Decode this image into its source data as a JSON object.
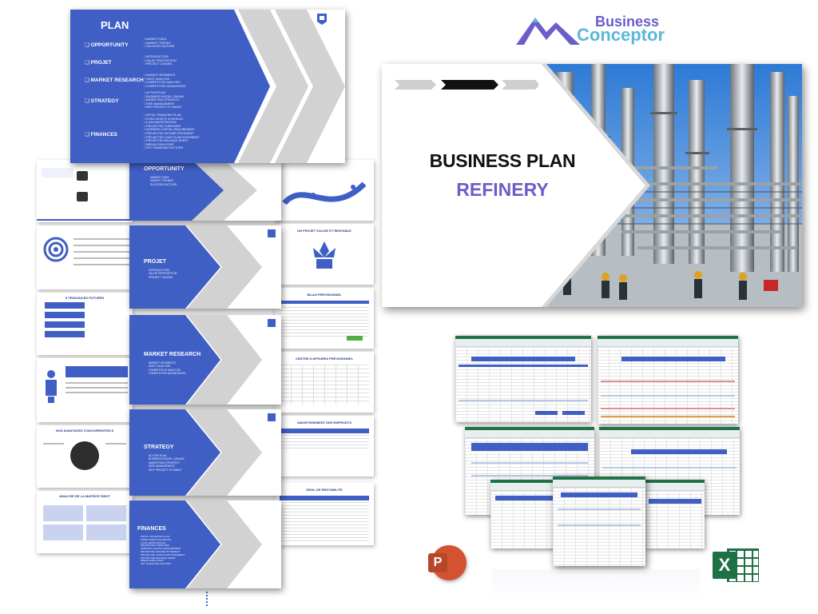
{
  "brand": {
    "line1": "Business",
    "line2": "Conceptor",
    "accent": "#6a5ec8",
    "accent2": "#5ab8d8"
  },
  "cover": {
    "title": "BUSINESS PLAN",
    "subtitle": "REFINERY"
  },
  "plan_slide": {
    "title": "PLAN",
    "sections": [
      {
        "name": "OPPORTUNITY",
        "items": [
          "MARKET DATA",
          "MARKET TRENDS",
          "SUCCESS FACTORS"
        ]
      },
      {
        "name": "PROJET",
        "items": [
          "INTRODUCTION",
          "VALUE PROPOSITION",
          "PROJECT CANVAS"
        ]
      },
      {
        "name": "MARKET RESEARCH",
        "items": [
          "MARKET SEGMENTS",
          "SWOT ANALYSIS",
          "COMPETITIVE ANALYSIS",
          "COMPETITIVE ADVANTAGES"
        ]
      },
      {
        "name": "STRATEGY",
        "items": [
          "ACTION PLAN",
          "BUSINESS MODEL CANVAS",
          "MARKETING STRATEGY",
          "RISK MANAGEMENT",
          "WHY PROJECT IS VIABLE"
        ]
      },
      {
        "name": "FINANCES",
        "items": [
          "INITIAL FINANCING PLAN",
          "FIXED ASSETS SCHEDULE",
          "LOAN AMORTISATION",
          "PROJECTED TURNOVER",
          "WORKING CAPITAL REQUIREMENT",
          "PROJECTED INCOME STATEMENT",
          "PROJECTED CASH FLOW STATEMENT",
          "PROJECTED BALANCE SHEET",
          "BREAK EVEN POINT",
          "KEY FINANCING FACTORS"
        ]
      }
    ]
  },
  "section_slides": [
    {
      "title": "OPPORTUNITY",
      "items": [
        "MARKET DATA",
        "MARKET TRENDS",
        "SUCCESS FACTORS"
      ]
    },
    {
      "title": "PROJET",
      "items": [
        "INTRODUCTION",
        "VALUE PROPOSITION",
        "PROJECT CANVAS"
      ]
    },
    {
      "title": "MARKET RESEARCH",
      "items": [
        "MARKET SEGMENTS",
        "SWOT ANALYSIS",
        "COMPETITIVE ANALYSIS",
        "COMPETITIVE ADVANTAGES"
      ]
    },
    {
      "title": "STRATEGY",
      "items": [
        "ACTION PLAN",
        "BUSINESS MODEL CANVAS",
        "MARKETING STRATEGY",
        "RISK MANAGEMENT",
        "WHY PROJECT IS VIABLE"
      ]
    },
    {
      "title": "FINANCES",
      "items": [
        "INITIAL FINANCING PLAN",
        "FIXED ASSETS SCHEDULE",
        "LOAN AMORTISATION",
        "PROJECTED TURNOVER",
        "WORKING CAPITAL REQUIREMENT",
        "PROJECTED INCOME STATEMENT",
        "PROJECTED CASH FLOW STATEMENT",
        "PROJECTED BALANCE SHEET",
        "BREAK EVEN POINT",
        "KEY FINANCING FACTORS"
      ]
    }
  ],
  "right_slides": [
    {
      "title": "UN PROJET SOLIDE ET RENTABLE"
    },
    {
      "title": "BILAN PREVISIONNEL"
    },
    {
      "title": "CENTRE D'AFFAIRES PREVISIONNEL"
    },
    {
      "title": "AMORTISSEMENT DES EMPRUNTS"
    },
    {
      "title": "SEUIL DE RENTABILITE"
    }
  ],
  "left_slides": [
    {
      "title": "5 TENDANCES FUTURES"
    },
    {
      "title": "NOS AVANTAGES CONCURRENTIELS"
    },
    {
      "title": "ANALYSE DE LA MATRICE SWOT"
    }
  ],
  "app_icons": {
    "powerpoint": "P",
    "excel": "X"
  },
  "colors": {
    "slide_blue": "#3f5fc4",
    "chevron_gray": "#d2d2d2",
    "ppt_orange": "#d35230",
    "excel_green": "#1e7145"
  }
}
